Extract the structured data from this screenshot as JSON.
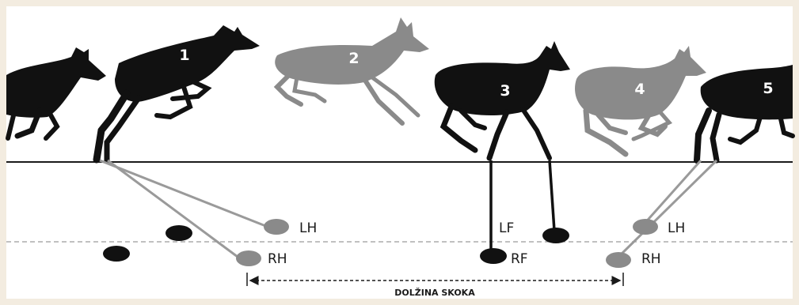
{
  "colors": {
    "background": "#f3ece0",
    "panel": "#ffffff",
    "dark_silhouette": "#111111",
    "gray_silhouette": "#8a8a8a",
    "ground_line": "#1a1a1a",
    "dashed_line": "#9a9a9a"
  },
  "figures": [
    {
      "number": "1",
      "tone": "dark"
    },
    {
      "number": "2",
      "tone": "gray"
    },
    {
      "number": "3",
      "tone": "dark"
    },
    {
      "number": "4",
      "tone": "gray"
    },
    {
      "number": "5",
      "tone": "dark"
    }
  ],
  "footprint_labels": {
    "lh_left": "LH",
    "rh_left": "RH",
    "lf": "LF",
    "rf": "RF",
    "lh_right": "LH",
    "rh_right": "RH"
  },
  "measure_label": "DOLŽINA SKOKA"
}
